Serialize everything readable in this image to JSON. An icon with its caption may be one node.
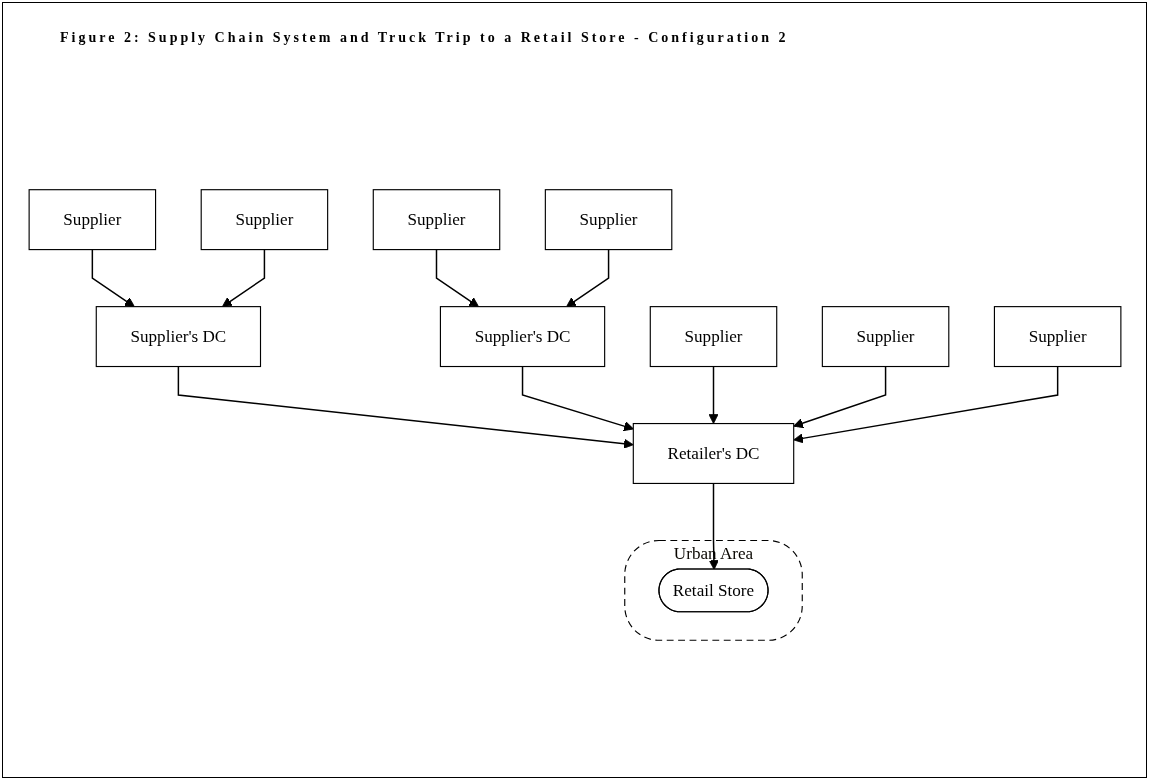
{
  "diagram": {
    "title": "Figure 2: Supply Chain System and Truck Trip to a Retail Store - Configuration 2",
    "nodes": [
      {
        "text": [
          "Supplier"
        ]
      },
      {
        "text": [
          "Supplier"
        ]
      },
      {
        "text": [
          "Supplier"
        ]
      },
      {
        "text": [
          "Supplier"
        ]
      },
      {
        "text": [
          "Supplier's DC"
        ]
      },
      {
        "text": [
          "Supplier's DC"
        ]
      },
      {
        "text": [
          "Supplier"
        ]
      },
      {
        "text": [
          "Retailer's DC"
        ]
      },
      {
        "text": [
          "Supplier"
        ]
      },
      {
        "text": [
          "Supplier"
        ]
      },
      {
        "text": [
          "Urban Area"
        ]
      },
      {
        "text": [
          "Retail Store"
        ],
        "in": 10
      }
    ],
    "edges": [
      {
        "from": 0,
        "to": 4,
        "arrow": "to"
      },
      {
        "from": 1,
        "to": 4,
        "arrow": "to"
      },
      {
        "from": 2,
        "to": 5,
        "arrow": "to"
      },
      {
        "from": 3,
        "to": 5,
        "arrow": "to"
      },
      {
        "from": 4,
        "to": 7,
        "arrow": "to"
      },
      {
        "from": 5,
        "to": 7,
        "arrow": "to"
      },
      {
        "from": 6,
        "to": 7,
        "arrow": "to"
      },
      {
        "from": 9,
        "to": 7,
        "arrow": "to"
      },
      {
        "from": 8,
        "to": 7,
        "arrow": "to"
      },
      {
        "from": 7,
        "to": 11,
        "arrow": "to"
      }
    ]
  }
}
